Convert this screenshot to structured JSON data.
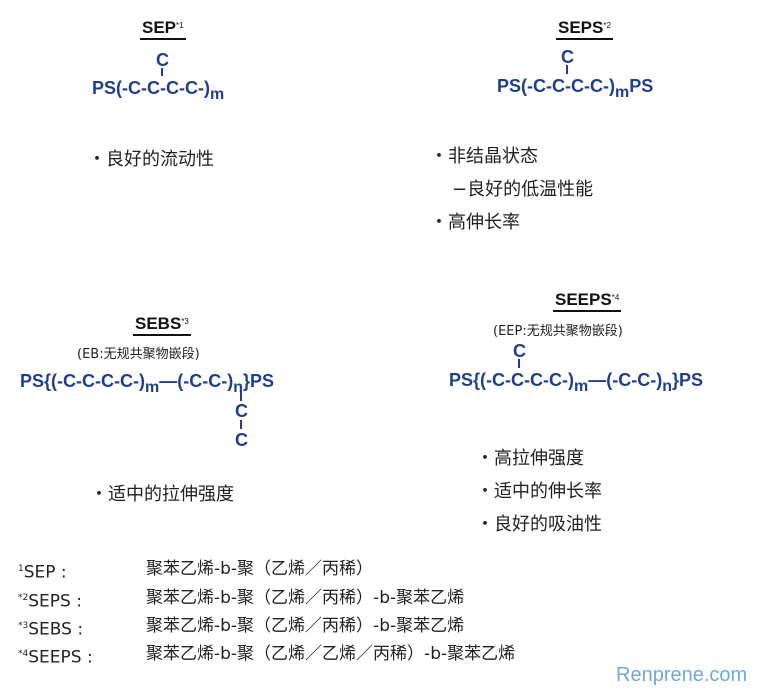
{
  "panels": {
    "sep": {
      "title": "SEP",
      "note": "*1",
      "branch": "C",
      "formula": "PS(-C-C-C-C-)",
      "subscript": "m",
      "properties": [
        "・良好的流动性"
      ]
    },
    "seps": {
      "title": "SEPS",
      "note": "*2",
      "branch": "C",
      "formula": "PS(-C-C-C-C-)",
      "subscript": "m",
      "suffix": "PS",
      "properties": [
        "・非结晶状态",
        "−良好的低温性能",
        "・高伸长率"
      ]
    },
    "sebs": {
      "title": "SEBS",
      "note": "*3",
      "subtitle": "(EB:无规共聚物嵌段)",
      "formula_a": "PS{(-C-C-C-C-)",
      "subscript_a": "m",
      "formula_b": "—(-C-C-)",
      "subscript_b": "n",
      "suffix": "}PS",
      "branch_1": "C",
      "branch_2": "C",
      "properties": [
        "・适中的拉伸强度"
      ]
    },
    "seeps": {
      "title": "SEEPS",
      "note": "*4",
      "subtitle": "(EEP:无规共聚物嵌段)",
      "branch": "C",
      "formula_a": "PS{(-C-C-C-C-)",
      "subscript_a": "m",
      "formula_b": "—(-C-C-)",
      "subscript_b": "n",
      "suffix": "}PS",
      "properties": [
        "・高拉伸强度",
        "・适中的伸长率",
        "・良好的吸油性"
      ]
    }
  },
  "legend": [
    {
      "mark": "1",
      "abbr": "SEP  :",
      "full": "聚苯乙烯-b-聚（乙烯／丙稀）"
    },
    {
      "mark": "*2",
      "abbr": "SEPS  :",
      "full": "聚苯乙烯-b-聚（乙烯／丙稀）-b-聚苯乙烯"
    },
    {
      "mark": "*3",
      "abbr": "SEBS  :",
      "full": "聚苯乙烯-b-聚（乙烯／丙稀）-b-聚苯乙烯"
    },
    {
      "mark": "*4",
      "abbr": "SEEPS  :",
      "full": "聚苯乙烯-b-聚（乙烯／乙烯／丙稀）-b-聚苯乙烯"
    }
  ],
  "watermark": "Renprene.com",
  "colors": {
    "formula": "#1f3f8a",
    "watermark": "#6ea9d8",
    "text": "#222222"
  }
}
